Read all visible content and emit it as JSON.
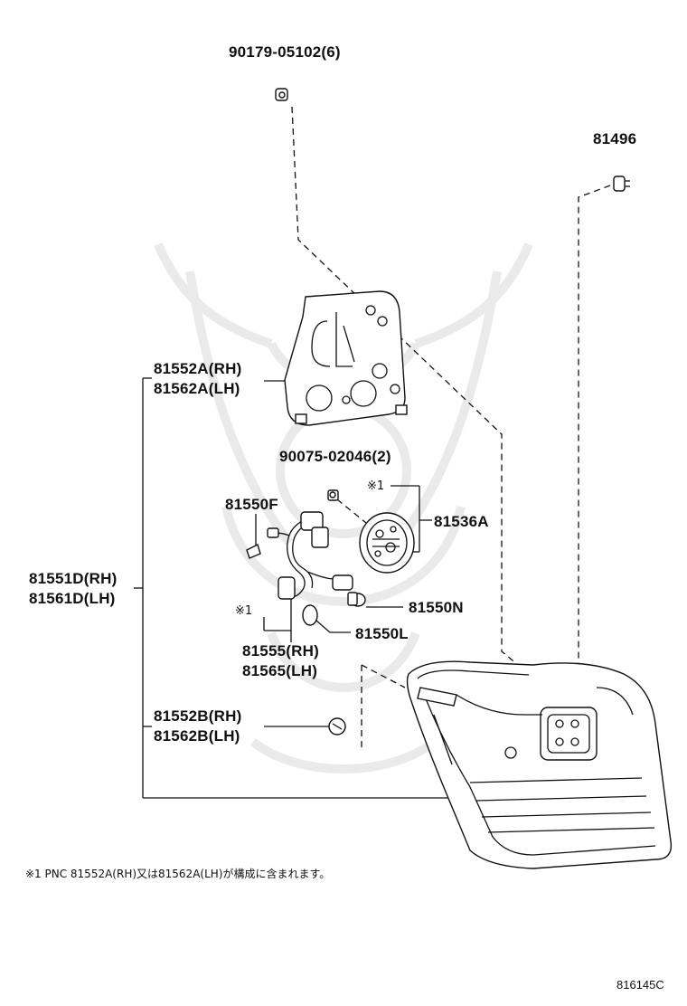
{
  "labels": {
    "screw_top": "90179-05102(6)",
    "clip": "81496",
    "gasket_rh": "81552A(RH)",
    "gasket_lh": "81562A(LH)",
    "screw_mid": "90075-02046(2)",
    "socket_mark": "※1",
    "socket": "81536A",
    "part_81550f": "81550F",
    "lamp_rh": "81551D(RH)",
    "lamp_lh": "81561D(LH)",
    "bulb_n": "81550N",
    "wire_mark": "※1",
    "bulb_l": "81550L",
    "wire_rh": "81555(RH)",
    "wire_lh": "81565(LH)",
    "cushion_rh": "81552B(RH)",
    "cushion_lh": "81562B(LH)"
  },
  "footnote": "※1 PNC 81552A(RH)又は81562A(LH)が構成に含まれます。",
  "diagram_code": "816145C",
  "colors": {
    "ink": "#111111",
    "watermark": "#e8e8e8",
    "background": "#ffffff"
  }
}
